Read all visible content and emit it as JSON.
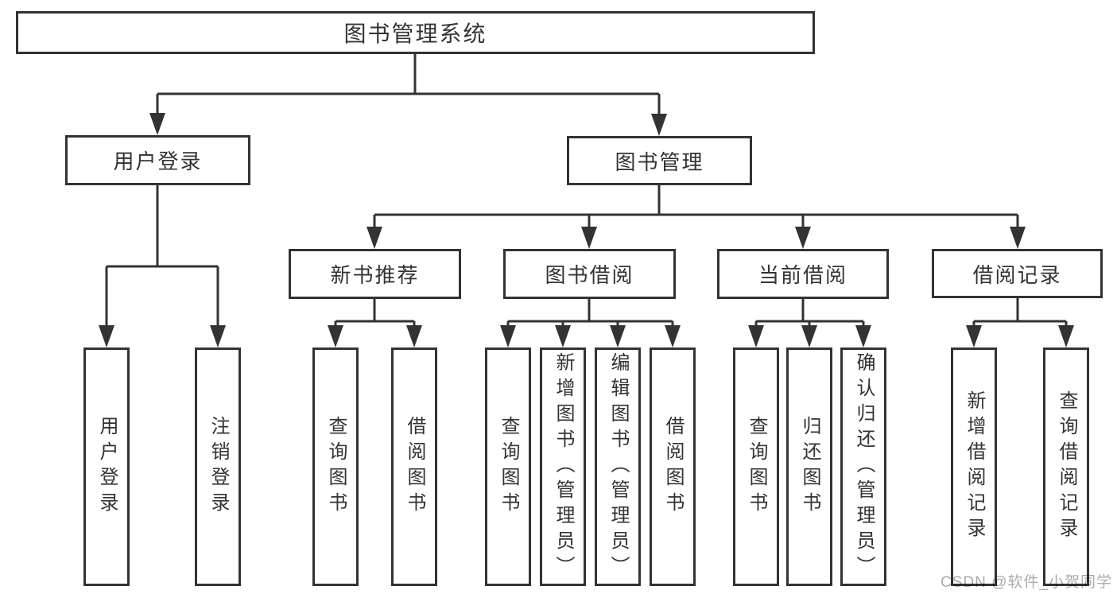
{
  "diagram": {
    "title": "图书管理系统",
    "colors": {
      "line": "#333333",
      "text": "#333333",
      "box_fill": "#ffffff",
      "watermark": "#acacad"
    }
  },
  "watermark": {
    "text": "CSDN @软件_小贺同学"
  },
  "tree": {
    "root": {
      "label": "图书管理系统"
    },
    "level2": [
      {
        "label": "用户登录"
      },
      {
        "label": "图书管理"
      }
    ],
    "level3": [
      {
        "label": "新书推荐",
        "parent": "图书管理"
      },
      {
        "label": "图书借阅",
        "parent": "图书管理"
      },
      {
        "label": "当前借阅",
        "parent": "图书管理"
      },
      {
        "label": "借阅记录",
        "parent": "图书管理"
      }
    ],
    "leaves": [
      {
        "label": "用户登录",
        "parent": "用户登录"
      },
      {
        "label": "注销登录",
        "parent": "用户登录"
      },
      {
        "label": "查询图书",
        "parent": "新书推荐"
      },
      {
        "label": "借阅图书",
        "parent": "新书推荐"
      },
      {
        "label": "查询图书",
        "parent": "图书借阅"
      },
      {
        "label": "新增图书（管理员）",
        "parent": "图书借阅"
      },
      {
        "label": "编辑图书（管理员）",
        "parent": "图书借阅"
      },
      {
        "label": "借阅图书",
        "parent": "图书借阅"
      },
      {
        "label": "查询图书",
        "parent": "当前借阅"
      },
      {
        "label": "归还图书",
        "parent": "当前借阅"
      },
      {
        "label": "确认归还（管理员）",
        "parent": "当前借阅"
      },
      {
        "label": "新增借阅记录",
        "parent": "借阅记录"
      },
      {
        "label": "查询借阅记录",
        "parent": "借阅记录"
      }
    ]
  }
}
